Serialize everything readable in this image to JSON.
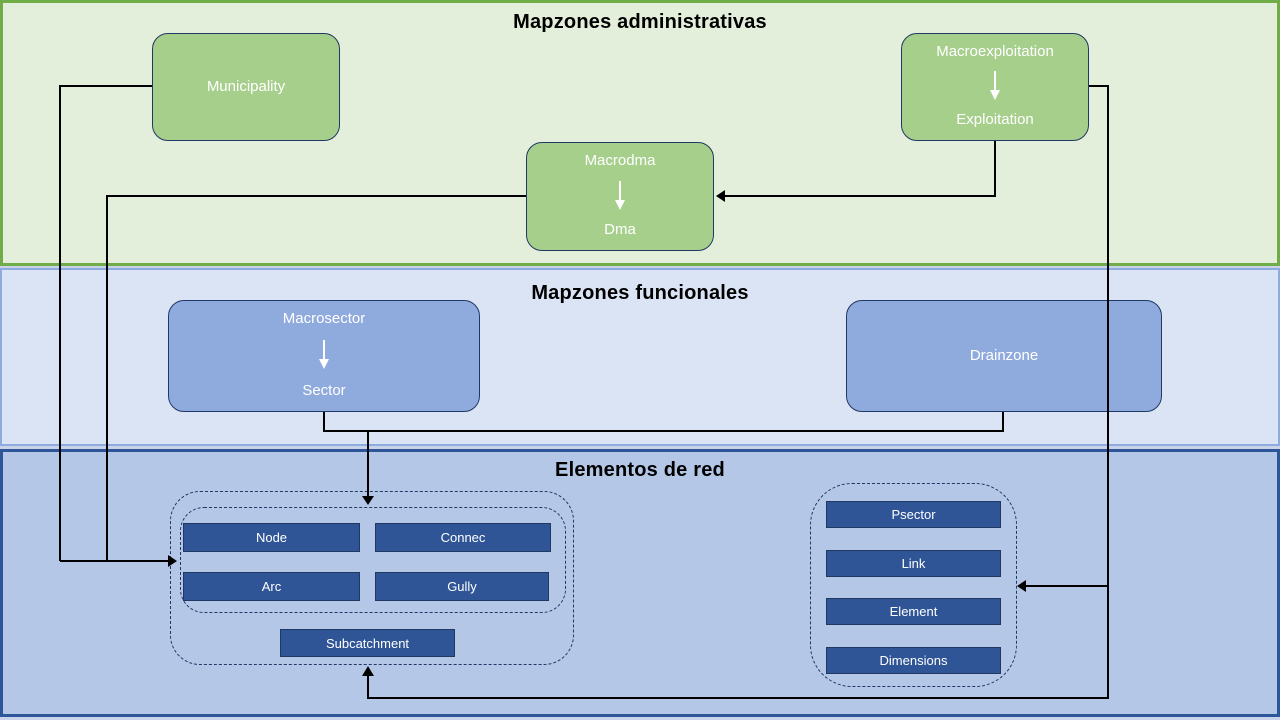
{
  "diagram": {
    "sections": {
      "administrative": {
        "title": "Mapzones administrativas"
      },
      "functional": {
        "title": "Mapzones funcionales"
      },
      "network": {
        "title": "Elementos de red"
      }
    },
    "nodes": {
      "municipality": {
        "label": "Municipality"
      },
      "macroexploitation": {
        "top_label": "Macroexploitation",
        "bottom_label": "Exploitation"
      },
      "macrodma": {
        "top_label": "Macrodma",
        "bottom_label": "Dma"
      },
      "macrosector": {
        "top_label": "Macrosector",
        "bottom_label": "Sector"
      },
      "drainzone": {
        "label": "Drainzone"
      }
    },
    "network_groups": {
      "left": {
        "grid_items": [
          "Node",
          "Connec",
          "Arc",
          "Gully"
        ],
        "bottom_item": "Subcatchment"
      },
      "right": {
        "items": [
          "Psector",
          "Link",
          "Element",
          "Dimensions"
        ]
      }
    }
  },
  "colors": {
    "admin_bg": "#E3EFDA",
    "admin_border": "#70AD47",
    "green_box": "#A7CF8C",
    "functional_bg": "#DBE4F4",
    "functional_border": "#8FAADC",
    "blue_box": "#8FAADC",
    "network_bg": "#B4C7E7",
    "network_border": "#2E5597",
    "button_fill": "#2F5597",
    "button_border": "#1F3864",
    "box_border": "#203864",
    "dashed_border": "#1F3864",
    "connector": "#000000",
    "box_text": "#FFFFFF",
    "heading_text": "#000000"
  }
}
